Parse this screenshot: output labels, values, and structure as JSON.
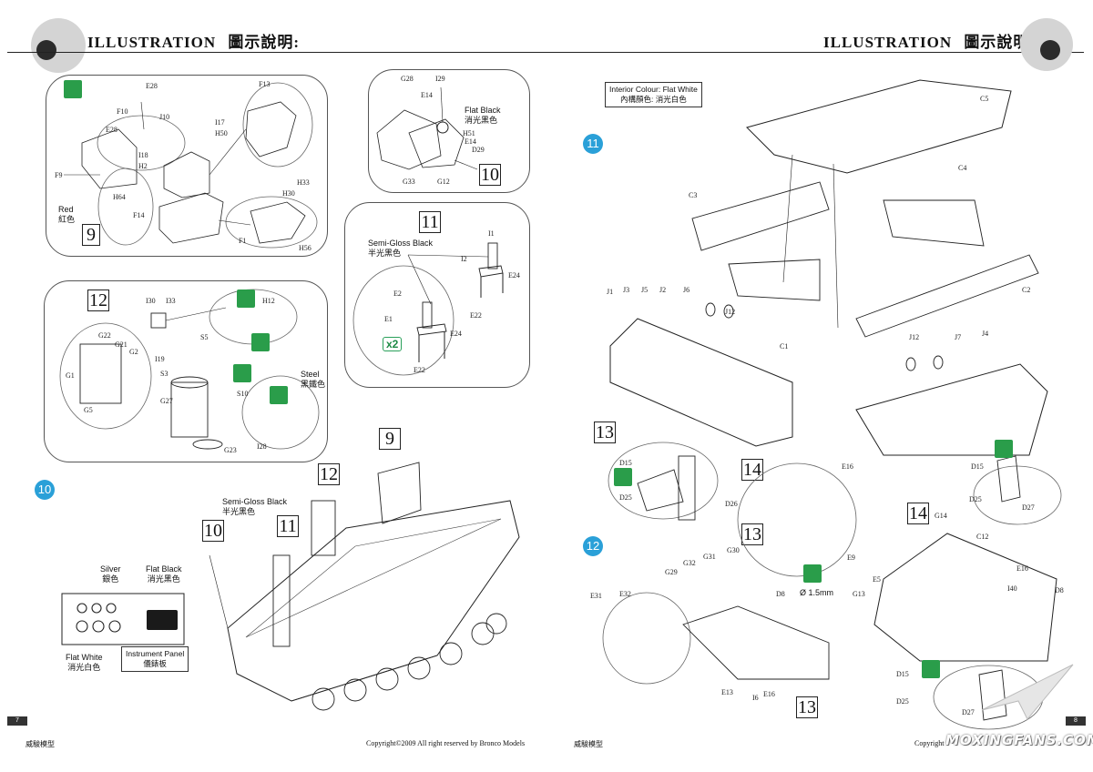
{
  "header": {
    "title_en": "ILLUSTRATION",
    "title_cn": "圖示說明:"
  },
  "left": {
    "step9": {
      "number": "9",
      "color_note": "Red",
      "color_note_cn": "紅色",
      "parts": [
        "E28",
        "F10",
        "J10",
        "E28",
        "I18",
        "H2",
        "F9",
        "H64",
        "F13",
        "I17",
        "H50",
        "H33",
        "H30",
        "F14",
        "F1",
        "H56"
      ]
    },
    "step10_small": {
      "number": "10",
      "color_note": "Flat Black",
      "color_note_cn": "消光黑色",
      "parts": [
        "G28",
        "I29",
        "E14",
        "H51",
        "E14",
        "D29",
        "G33",
        "G12"
      ]
    },
    "step11_small": {
      "number": "11",
      "color_note": "Semi-Gloss Black",
      "color_note_cn": "半光黑色",
      "parts": [
        "I1",
        "I2",
        "E24",
        "E22",
        "E2",
        "E1",
        "E24",
        "E22"
      ],
      "multiplier": "x2"
    },
    "step12_small": {
      "number": "12",
      "color_note": "Steel",
      "color_note_cn": "黑鐵色",
      "parts": [
        "I30",
        "I33",
        "H12",
        "S5",
        "G22",
        "G21",
        "G2",
        "I19",
        "S3",
        "G1",
        "S10",
        "G5",
        "G27",
        "I28",
        "G23"
      ]
    },
    "step10_main": {
      "number": "10",
      "color_semi": "Semi-Gloss Black",
      "color_semi_cn": "半光黑色",
      "color_silver": "Silver",
      "color_silver_cn": "銀色",
      "color_flat_black": "Flat Black",
      "color_flat_black_cn": "消光黑色",
      "color_flat_white": "Flat White",
      "color_flat_white_cn": "消光白色",
      "panel_title": "Instrument Panel",
      "panel_title_cn": "儀錶板",
      "callouts": [
        "10",
        "11",
        "12",
        "9"
      ]
    },
    "footer_brand": "威駿模型",
    "footer_copy": "Copyright©2009  All right reserved by Bronco Models",
    "page_number": "7"
  },
  "right": {
    "step11": {
      "number": "11",
      "interior_note": "Interior Colour: Flat White",
      "interior_note_cn": "內構顏色: 消光白色",
      "parts": [
        "C5",
        "C4",
        "C3",
        "C2",
        "C1",
        "J1",
        "J3",
        "J5",
        "J2",
        "J6",
        "J12",
        "J12",
        "J7",
        "J4"
      ]
    },
    "step12": {
      "number": "12",
      "callouts": [
        "13",
        "14",
        "14",
        "13",
        "13"
      ],
      "parts": [
        "D15",
        "D25",
        "D26",
        "E16",
        "E9",
        "D15",
        "D25",
        "D27",
        "G14",
        "C12",
        "E5",
        "E16",
        "I40",
        "D8",
        "E31",
        "E32",
        "G29",
        "G32",
        "G31",
        "G30",
        "D8",
        "G13",
        "E13",
        "I6",
        "E16",
        "D15",
        "D25",
        "D27"
      ],
      "drill_note": "Ø 1.5mm"
    },
    "footer_brand": "威駿模型",
    "footer_copy": "Copyright",
    "page_number": "8"
  },
  "watermark": "MOXINGFANS.COM",
  "colors": {
    "step_blue": "#2aa0d8",
    "glue_green": "#2a9d4a"
  }
}
